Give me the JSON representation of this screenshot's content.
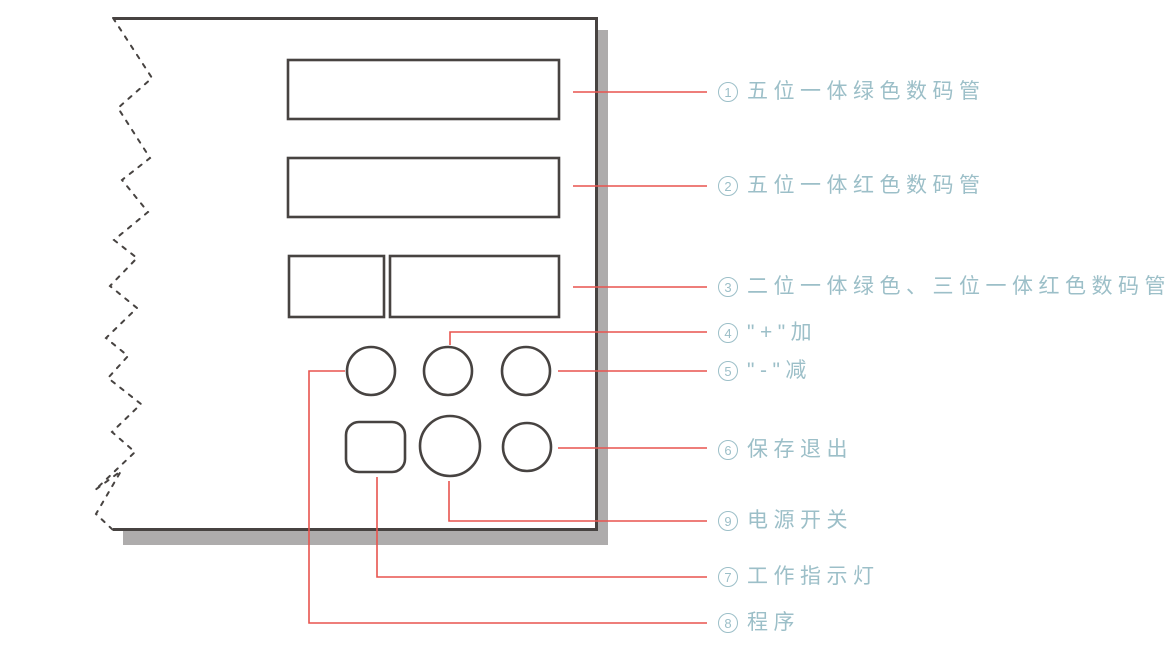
{
  "colors": {
    "callout": "#e8544e",
    "outline": "#474341",
    "shadow": "#aeacac",
    "label_text": "#9cbfc8"
  },
  "labels": [
    {
      "num": "1",
      "text": "五位一体绿色数码管"
    },
    {
      "num": "2",
      "text": "五位一体红色数码管"
    },
    {
      "num": "3",
      "text": "二位一体绿色、三位一体红色数码管"
    },
    {
      "num": "4",
      "text": "\"+\"加"
    },
    {
      "num": "5",
      "text": "\"-\"减"
    },
    {
      "num": "6",
      "text": "保存退出"
    },
    {
      "num": "9",
      "text": "电源开关"
    },
    {
      "num": "7",
      "text": "工作指示灯"
    },
    {
      "num": "8",
      "text": "程序"
    }
  ]
}
